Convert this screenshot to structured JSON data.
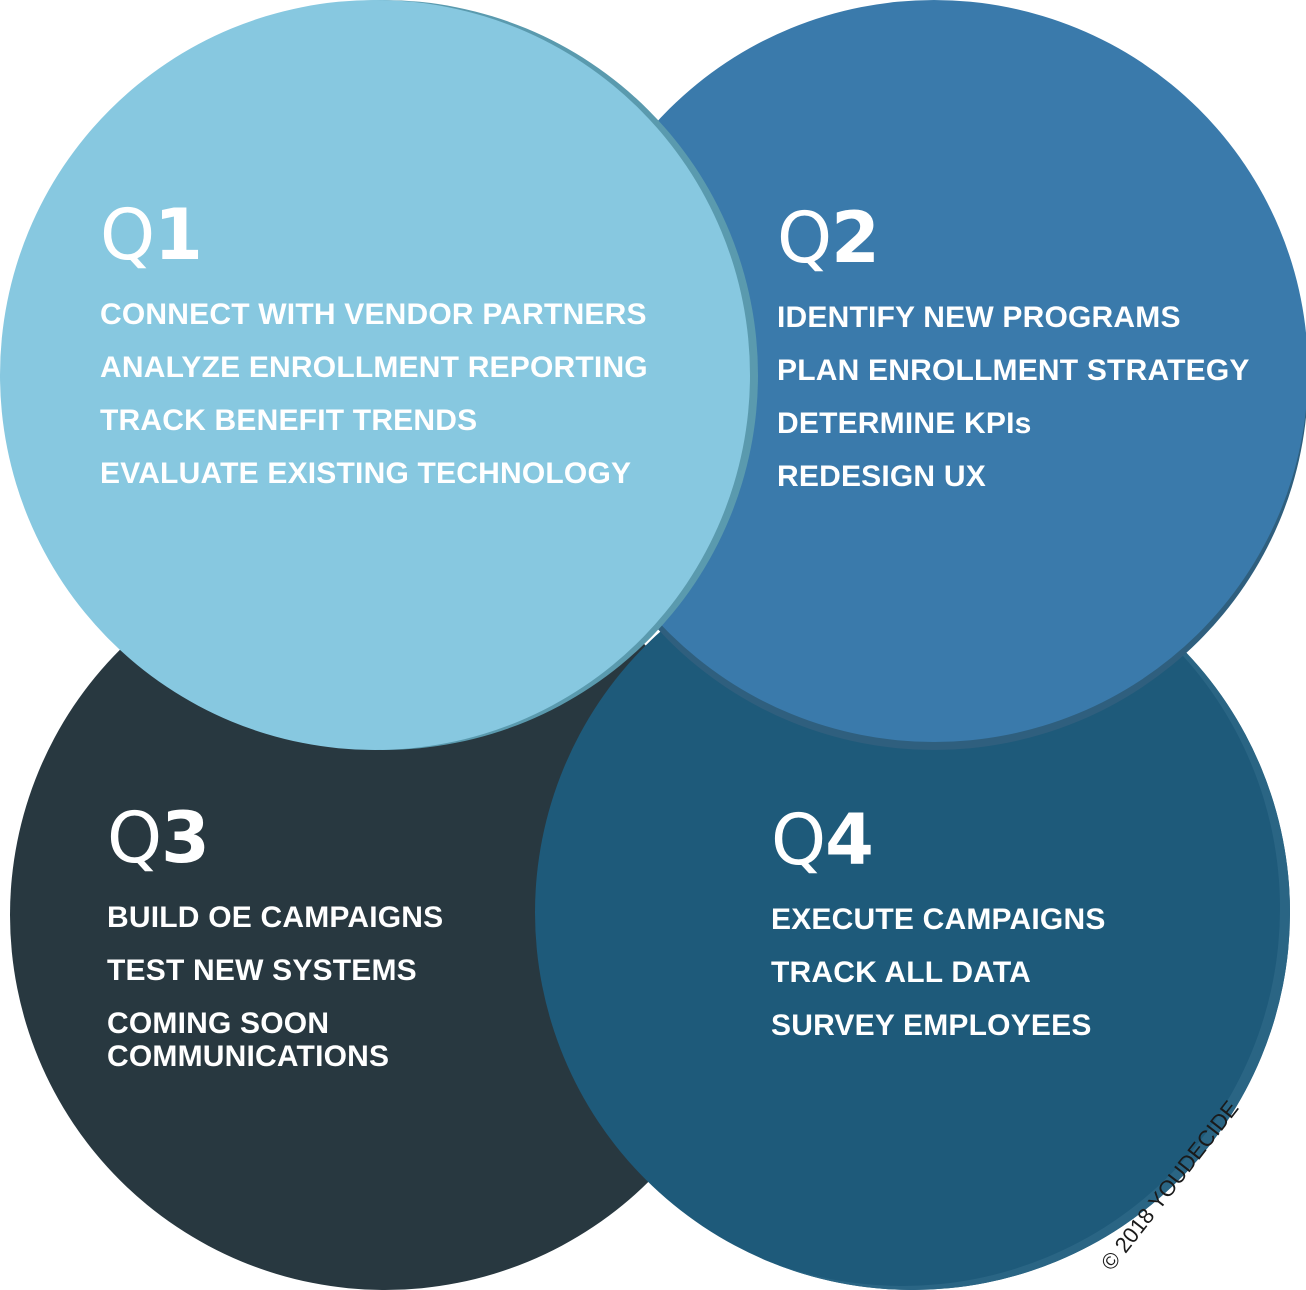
{
  "quadrants": [
    {
      "id": "q1",
      "label_letter": "Q",
      "label_number": "1",
      "color": "#87c8e0",
      "items": [
        "CONNECT WITH VENDOR PARTNERS",
        "ANALYZE ENROLLMENT REPORTING",
        "TRACK BENEFIT TRENDS",
        "EVALUATE EXISTING TECHNOLOGY"
      ]
    },
    {
      "id": "q2",
      "label_letter": "Q",
      "label_number": "2",
      "color": "#3a7aab",
      "items": [
        "IDENTIFY NEW PROGRAMS",
        "PLAN ENROLLMENT STRATEGY",
        "DETERMINE KPIs",
        "REDESIGN UX"
      ]
    },
    {
      "id": "q3",
      "label_letter": "Q",
      "label_number": "3",
      "color": "#283840",
      "items": [
        "BUILD OE CAMPAIGNS",
        "TEST NEW SYSTEMS",
        "COMING SOON\nCOMMUNICATIONS"
      ]
    },
    {
      "id": "q4",
      "label_letter": "Q",
      "label_number": "4",
      "color": "#1e5a7a",
      "items": [
        "EXECUTE CAMPAIGNS",
        "TRACK ALL DATA",
        "SURVEY EMPLOYEES"
      ]
    }
  ],
  "copyright": "© 2018 YOUDECIDE"
}
